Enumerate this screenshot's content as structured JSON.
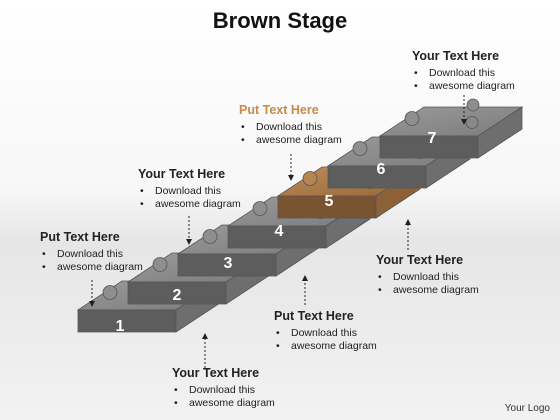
{
  "title": "Brown Stage",
  "colors": {
    "piece": "#8f8f8f",
    "highlight": "#a87a4a",
    "accent_text": "#c8894a"
  },
  "pieces": [
    {
      "number": "1",
      "highlight": false
    },
    {
      "number": "2",
      "highlight": false
    },
    {
      "number": "3",
      "highlight": false
    },
    {
      "number": "4",
      "highlight": false
    },
    {
      "number": "5",
      "highlight": true
    },
    {
      "number": "6",
      "highlight": false
    },
    {
      "number": "7",
      "highlight": false
    }
  ],
  "callouts": [
    {
      "heading": "Put Text Here",
      "line1": "Download this",
      "line2": "awesome diagram"
    },
    {
      "heading": "Your Text Here",
      "line1": "Download this",
      "line2": "awesome diagram"
    },
    {
      "heading": "Your Text Here",
      "line1": "Download this",
      "line2": "awesome diagram"
    },
    {
      "heading": "Put Text Here",
      "line1": "Download this",
      "line2": "awesome diagram"
    },
    {
      "heading": "Put Text Here",
      "line1": "Download this",
      "line2": "awesome diagram"
    },
    {
      "heading": "Your Text Here",
      "line1": "Download this",
      "line2": "awesome diagram"
    },
    {
      "heading": "Your Text Here",
      "line1": "Download this",
      "line2": "awesome diagram"
    }
  ],
  "logo": "Your Logo"
}
